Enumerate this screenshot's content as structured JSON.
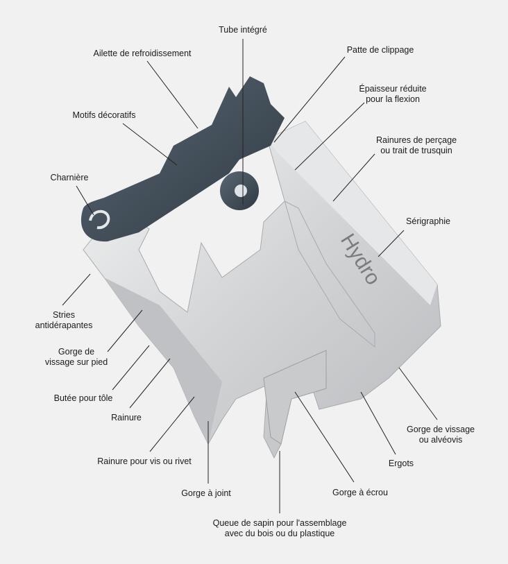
{
  "brand": "Hydro",
  "labels": {
    "tube": "Tube intégré",
    "ailette": "Ailette de refroidissement",
    "patte": "Patte de clippage",
    "epaisseur_1": "Épaisseur réduite",
    "epaisseur_2": "pour la flexion",
    "motifs": "Motifs décoratifs",
    "rainures_percage_1": "Rainures de perçage",
    "rainures_percage_2": "ou trait de trusquin",
    "charniere": "Charnière",
    "serigraphie": "Sérigraphie",
    "stries_1": "Stries",
    "stries_2": "antidérapantes",
    "gorge_pied_1": "Gorge de",
    "gorge_pied_2": "vissage sur pied",
    "butee": "Butée pour tôle",
    "rainure": "Rainure",
    "rainure_vis": "Rainure pour vis ou rivet",
    "gorge_joint": "Gorge à joint",
    "gorge_ecrou": "Gorge à écrou",
    "queue_1": "Queue de sapin pour l'assemblage",
    "queue_2": "avec du bois ou du plastique",
    "ergots": "Ergots",
    "gorge_alveovis_1": "Gorge de vissage",
    "gorge_alveovis_2": "ou alvéovis"
  },
  "colors": {
    "polymer": "#3e4a55",
    "aluminium": "#d4d6d8",
    "leader": "#222222"
  }
}
